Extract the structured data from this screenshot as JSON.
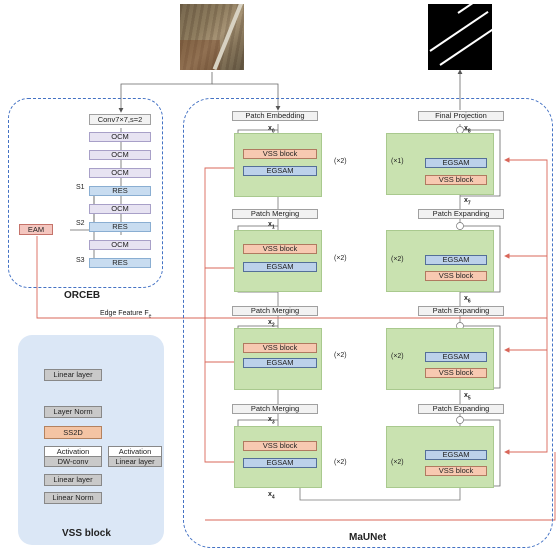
{
  "orceb": {
    "title": "ORCEB",
    "conv_label": "Conv7×7,s=2",
    "ocm_label": "OCM",
    "res_label": "RES",
    "stages": [
      "S1",
      "S2",
      "S3"
    ],
    "eam_label": "EAM",
    "edge_feature_label": "Edge Feature F",
    "edge_feature_subscript": "e"
  },
  "maunet": {
    "title": "MaUNet",
    "vss_block_label": "VSS block",
    "egsam_label": "EGSAM",
    "repeat_x2": "(×2)",
    "repeat_x1": "(×1)",
    "encoder": {
      "patch_embedding": "Patch Embedding",
      "patch_merging": "Patch Merging",
      "x_labels": [
        "x",
        "x",
        "x",
        "x",
        "x"
      ],
      "x_subs": [
        "0",
        "1",
        "2",
        "3",
        "4"
      ]
    },
    "decoder": {
      "final_projection": "Final Projection",
      "patch_expanding": "Patch Expanding",
      "x_labels": [
        "x",
        "x",
        "x",
        "x"
      ],
      "x_subs": [
        "8",
        "7",
        "6",
        "5"
      ]
    }
  },
  "vss_panel": {
    "title": "VSS block",
    "linear_layer": "Linear layer",
    "layer_norm": "Layer Norm",
    "ss2d": "SS2D",
    "activation": "Activation",
    "dw_conv": "DW-conv",
    "linear_norm": "Linear Norm"
  },
  "colors": {
    "dash_blue": "#4472c4",
    "green_block": "#c9e2b0",
    "vss_orange": "#f7c9b1",
    "egsam_blue": "#bcd1ea",
    "skip_red": "#d9675a"
  }
}
